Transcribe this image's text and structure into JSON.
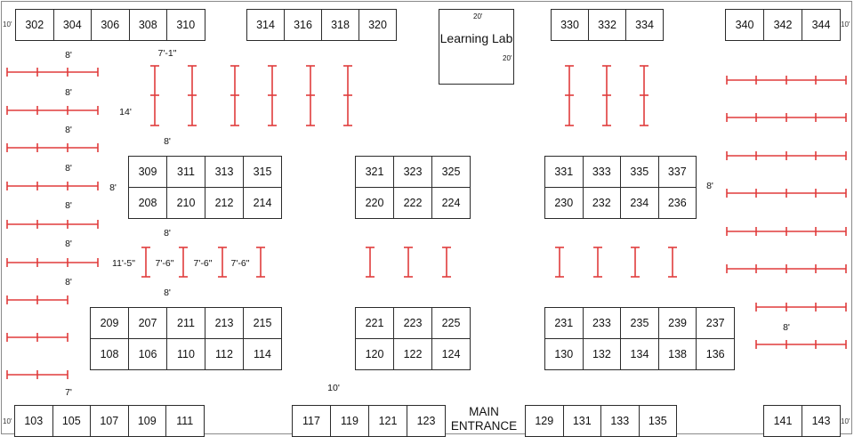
{
  "accent_color": "#e03c3c",
  "border_color": "#2b2b2b",
  "learning_lab": {
    "name": "Learning Lab",
    "dim_top": "20'",
    "dim_side": "20'"
  },
  "entrance": {
    "label": "MAIN ENTRANCE"
  },
  "edge_labels": [
    "10'",
    "10'",
    "10'",
    "10'"
  ],
  "booths": {
    "top_row_left": [
      "302",
      "304",
      "306",
      "308",
      "310"
    ],
    "top_row_mid": [
      "314",
      "316",
      "318",
      "320"
    ],
    "top_row_right_mid": [
      "330",
      "332",
      "334"
    ],
    "top_row_right": [
      "340",
      "342",
      "344"
    ],
    "block_a_top": [
      "309",
      "311",
      "313",
      "315"
    ],
    "block_a_bottom": [
      "208",
      "210",
      "212",
      "214"
    ],
    "block_b_top": [
      "321",
      "323",
      "325"
    ],
    "block_b_bottom": [
      "220",
      "222",
      "224"
    ],
    "block_c_top": [
      "331",
      "333",
      "335",
      "337"
    ],
    "block_c_bottom": [
      "230",
      "232",
      "234",
      "236"
    ],
    "block_d_top": [
      "209",
      "207",
      "211",
      "213",
      "215"
    ],
    "block_d_bottom": [
      "108",
      "106",
      "110",
      "112",
      "114"
    ],
    "block_e_top": [
      "221",
      "223",
      "225"
    ],
    "block_e_bottom": [
      "120",
      "122",
      "124"
    ],
    "block_f_top": [
      "231",
      "233",
      "235",
      "239",
      "237"
    ],
    "block_f_bottom": [
      "130",
      "132",
      "134",
      "138",
      "136"
    ],
    "bottom_row_left": [
      "103",
      "105",
      "107",
      "109",
      "111"
    ],
    "bottom_row_mid": [
      "117",
      "119",
      "121",
      "123"
    ],
    "bottom_row_right_mid": [
      "129",
      "131",
      "133",
      "135"
    ],
    "bottom_row_right": [
      "141",
      "143"
    ]
  },
  "dimension_labels": {
    "left_8_1": "8'",
    "left_8_2": "8'",
    "left_8_3": "8'",
    "left_8_4": "8'",
    "left_8_5": "8'",
    "left_8_6": "8'",
    "left_8_7": "8'",
    "left_7": "7'",
    "top_7_1": "7'-1\"",
    "left_14": "14'",
    "above_block_a": "8'",
    "side_block_a": "8'",
    "below_block_a": "8'",
    "above_block_d": "8'",
    "posts_11_5": "11'-5\"",
    "posts_7_6_1": "7'-6\"",
    "posts_7_6_2": "7'-6\"",
    "posts_7_6_3": "7'-6\"",
    "right_block_c": "8'",
    "right_lower": "8'",
    "bottom_10": "10'"
  }
}
